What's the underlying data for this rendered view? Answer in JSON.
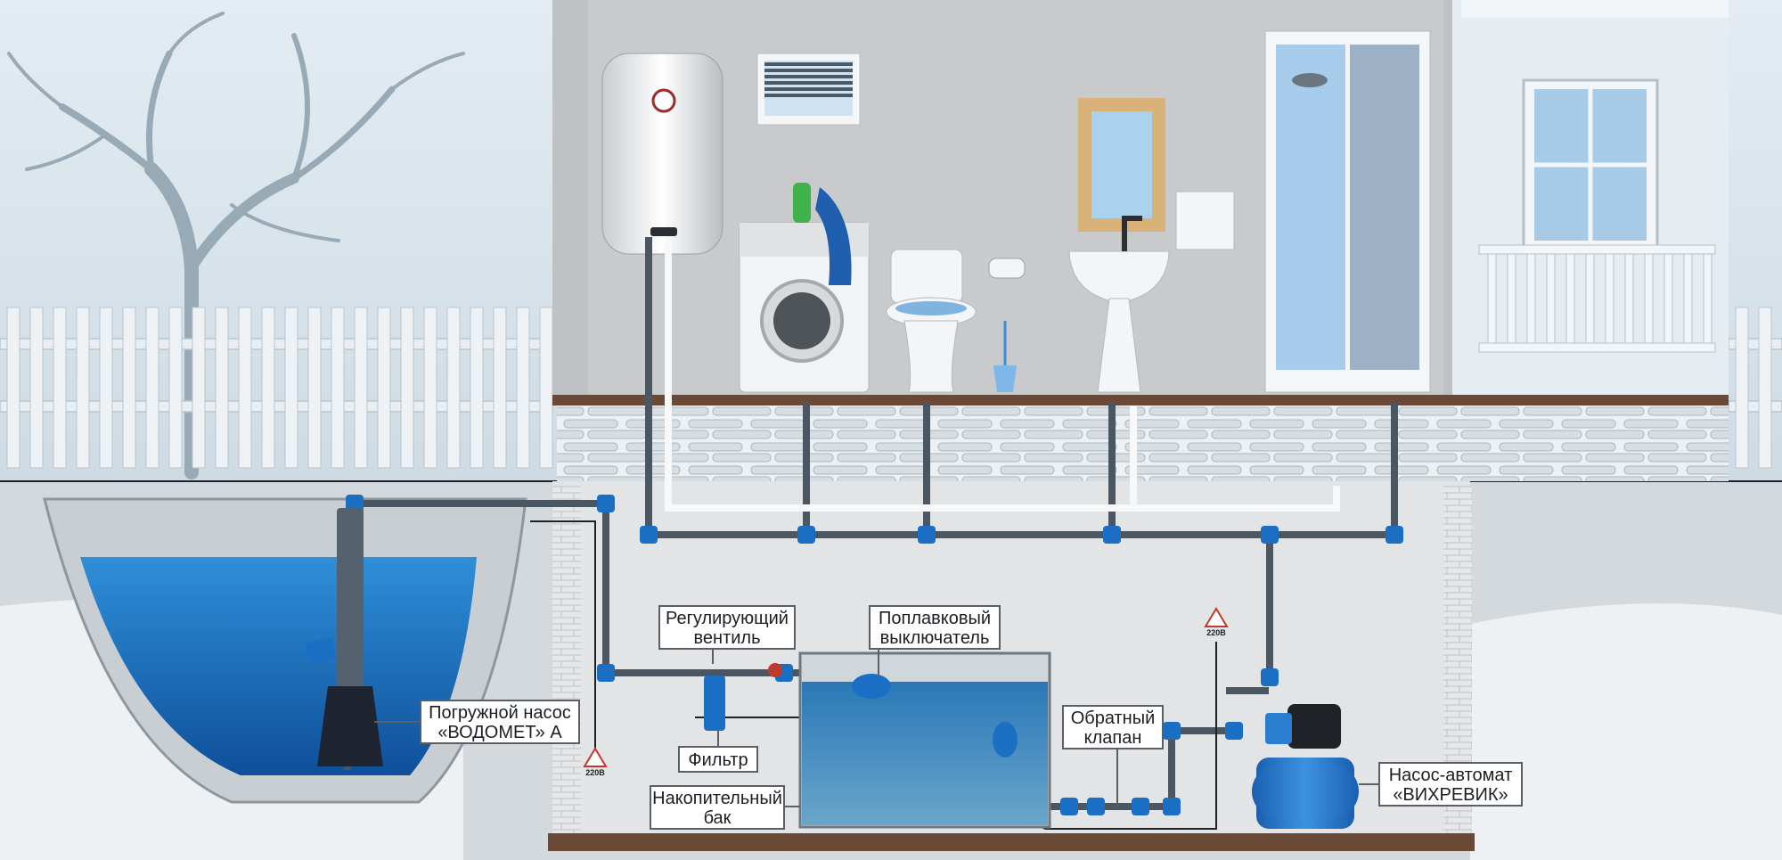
{
  "labels": {
    "valve": [
      "Регулирующий",
      "вентиль"
    ],
    "float_switch": [
      "Поплавковый",
      "выключатель"
    ],
    "pump": [
      "Погружной насос",
      "«ВОДОМЕТ» А"
    ],
    "filter": "Фильтр",
    "check_valve": [
      "Обратный",
      "клапан"
    ],
    "tank": [
      "Накопительный",
      "бак"
    ],
    "pump_station": [
      "Насос-автомат",
      "«ВИХРЕВИК»"
    ]
  },
  "voltage_badges": [
    "220В",
    "220В"
  ],
  "colors": {
    "pipe": "#4a5661",
    "fitting": "#1a6fc4",
    "water": "#2a86d0",
    "sky": "#dfe9f0",
    "wall": "#c9cbcd",
    "floor": "#6a4a37",
    "pump_station": "#2a7dcf"
  }
}
